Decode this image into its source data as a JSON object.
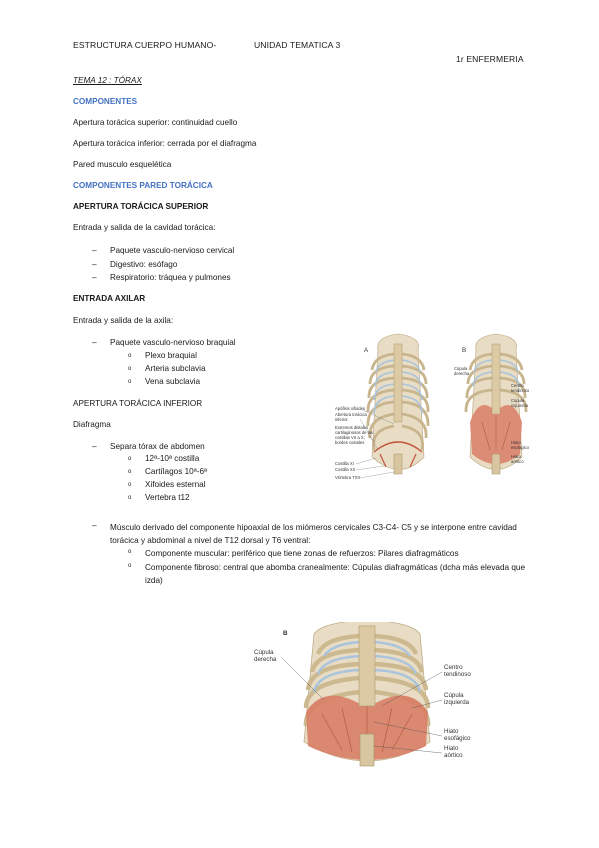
{
  "header": {
    "left": "ESTRUCTURA CUERPO HUMANO-",
    "center": "UNIDAD TEMATICA 3",
    "right": "1r ENFERMERIA"
  },
  "doc": {
    "tema": "TEMA 12 : TÓRAX",
    "componentes": "COMPONENTES",
    "ap_sup": "Apertura torácica superior: continuidad cuello",
    "ap_inf": "Apertura torácica inferior: cerrada por el diafragma",
    "pared": "Pared musculo esquelética",
    "comp_pared": "COMPONENTES PARED TORÁCICA",
    "apertura_sup_title": "APERTURA TORÁCICA SUPERIOR",
    "entrada_cav": "Entrada y salida de la cavidad torácica:",
    "sup_items": [
      "Paquete vasculo-nervioso cervical",
      "Digestivo: esófago",
      "Respiratorio: tráquea y pulmones"
    ],
    "axilar_title": "ENTRADA AXILAR",
    "entrada_axila": "Entrada y salida de la axila:",
    "axila_item": "Paquete vasculo-nervioso braquial",
    "axila_sub": [
      "Plexo braquial",
      "Arteria subclavia",
      "Vena subclavia"
    ],
    "apertura_inf_title": "APERTURA TORÁCICA INFERIOR",
    "diafragma": "Diafragma",
    "inf_item": "Separa tórax de abdomen",
    "inf_sub": [
      "12ª-10ª costilla",
      "Cartílagos 10ª-6ª",
      "Xifoides esternal",
      "Vertebra t12"
    ],
    "musculo_text": "Músculo derivado del componente hipoaxial de los miómeros cervicales C3-C4- C5 y se interpone entre cavidad torácica y abdominal a nivel de T12 dorsal y T6 ventral:",
    "musculo_sub": [
      "Componente muscular: periférico que tiene zonas de refuerzos: Pilares diafragmáticos",
      "Componente fibroso: central que abomba cranealmente: Cúpulas diafragmáticas (dcha más elevada que izda)"
    ],
    "dash": "–",
    "bullet": "o"
  },
  "figure_small": {
    "panel_a": "A",
    "panel_b": "B",
    "labels_left": [
      "Apófisis xifoides",
      "Abertura torácica",
      "inferior",
      "Extremos distales",
      "cartilaginosos de las",
      "costillas VII a X;",
      "bordes costales",
      "Costilla XI",
      "Costilla XII",
      "Vértebra TXII"
    ],
    "labels_b_left": [
      "Cúpula",
      "derecha"
    ],
    "labels_b_right": [
      "Centro",
      "tendinoso",
      "Cúpula",
      "izquierda",
      "Hiato",
      "esofágico",
      "Hiato",
      "aórtico"
    ]
  },
  "figure_large": {
    "panel": "B",
    "cupula_derecha": [
      "Cúpula",
      "derecha"
    ],
    "centro": [
      "Centro",
      "tendinoso"
    ],
    "cupula_izq": [
      "Cúpula",
      "izquierda"
    ],
    "hiato_esof": [
      "Hiato",
      "esofágico"
    ],
    "hiato_aort": [
      "Hiato",
      "aórtico"
    ]
  }
}
